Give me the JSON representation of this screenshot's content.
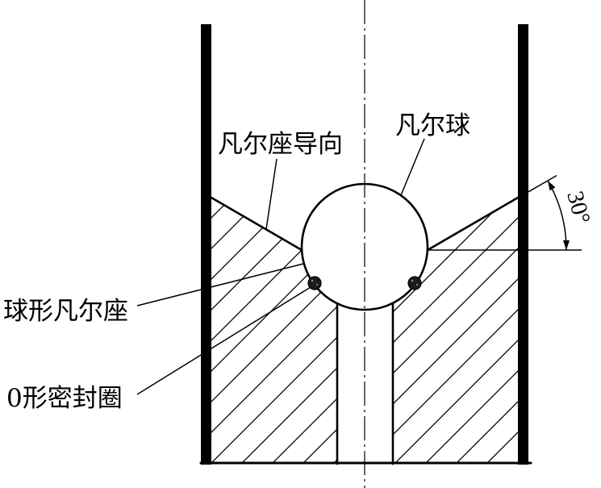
{
  "labels": {
    "seat_guide": "凡尔座导向",
    "ball": "凡尔球",
    "spherical_seat": "球形凡尔座",
    "o_ring": "0形密封圈"
  },
  "dimension": {
    "angle": "30°"
  },
  "colors": {
    "stroke": "#000000",
    "background": "#ffffff",
    "o_ring": "#1c1c1c"
  }
}
